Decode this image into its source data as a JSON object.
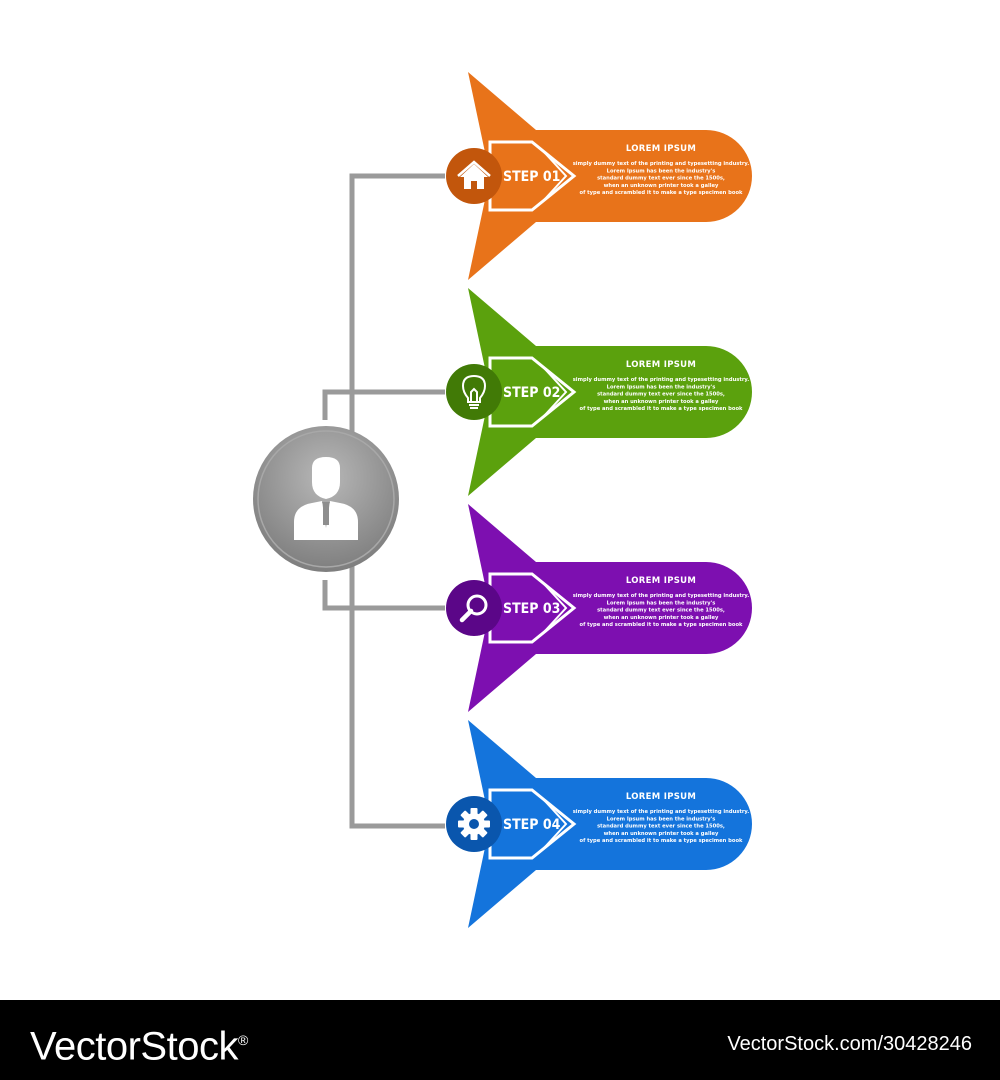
{
  "center": {
    "icon": "businessman-icon",
    "color": "#8f8f8f"
  },
  "connector_color": "#9a9a9a",
  "steps": [
    {
      "label": "STEP 01",
      "icon": "home-icon",
      "color": "#e8731a",
      "dark": "#c2560c",
      "title": "LOREM IPSUM",
      "lines": [
        "simply dummy text of the printing and typesetting industry.",
        "Lorem Ipsum has been the industry's",
        "standard dummy text ever since the 1500s,",
        "when an unknown printer took a galley",
        "of type and scrambled it to make a type specimen book"
      ]
    },
    {
      "label": "STEP 02",
      "icon": "lightbulb-icon",
      "color": "#5ba10d",
      "dark": "#417a06",
      "title": "LOREM IPSUM",
      "lines": [
        "simply dummy text of the printing and typesetting industry.",
        "Lorem Ipsum has been the industry's",
        "standard dummy text ever since the 1500s,",
        "when an unknown printer took a galley",
        "of type and scrambled it to make a type specimen book"
      ]
    },
    {
      "label": "STEP 03",
      "icon": "search-icon",
      "color": "#7d0fb0",
      "dark": "#5b0688",
      "title": "LOREM IPSUM",
      "lines": [
        "simply dummy text of the printing and typesetting industry.",
        "Lorem Ipsum has been the industry's",
        "standard dummy text ever since the 1500s,",
        "when an unknown printer took a galley",
        "of type and scrambled it to make a type specimen book"
      ]
    },
    {
      "label": "STEP 04",
      "icon": "gear-icon",
      "color": "#1474dc",
      "dark": "#0a56ad",
      "title": "LOREM IPSUM",
      "lines": [
        "simply dummy text of the printing and typesetting industry.",
        "Lorem Ipsum has been the industry's",
        "standard dummy text ever since the 1500s,",
        "when an unknown printer took a galley",
        "of type and scrambled it to make a type specimen book"
      ]
    }
  ],
  "footer": {
    "brand": "VectorStock",
    "registered": "®",
    "image_id": "VectorStock.com/30428246"
  }
}
